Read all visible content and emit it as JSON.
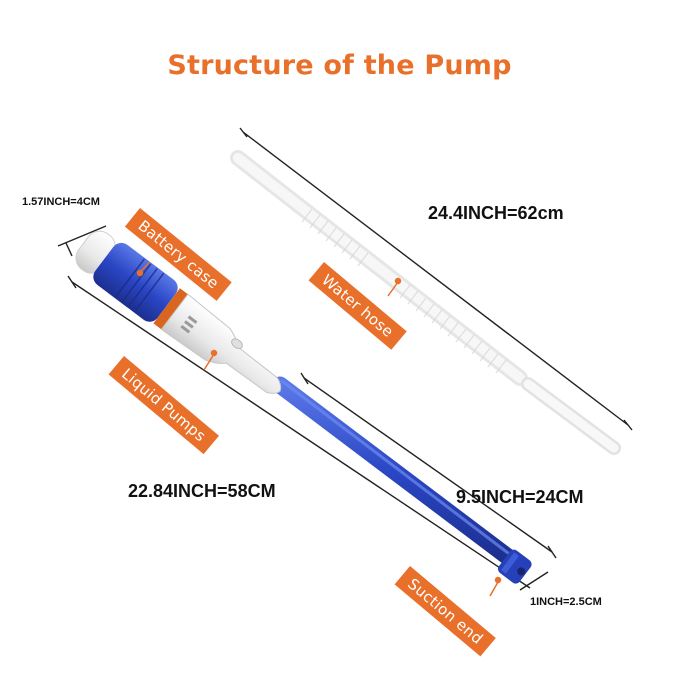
{
  "title": "Structure of the Pump",
  "dimensions": {
    "hose_length": "24.4INCH=62cm",
    "pump_length": "22.84INCH=58CM",
    "tube_length": "9.5INCH=24CM",
    "battery_diameter": "1.57INCH=4CM",
    "suction_end_diameter": "1INCH=2.5CM"
  },
  "labels": {
    "battery_case": "Battery case",
    "water_hose": "Water hose",
    "liquid_pumps": "Liquid Pumps",
    "suction_end": "Suction end"
  },
  "colors": {
    "accent": "#e8702a",
    "pump_blue": "#2f4fc9",
    "body_white": "#f2f2f2"
  }
}
